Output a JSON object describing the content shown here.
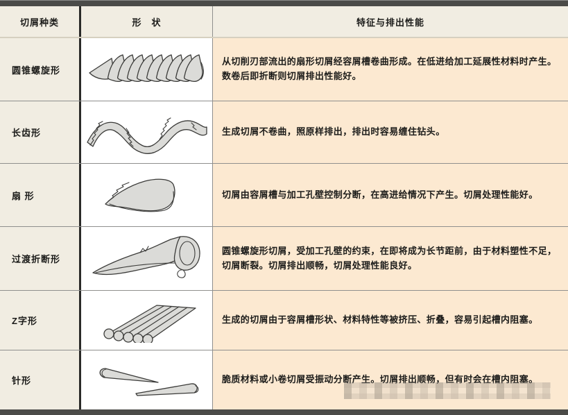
{
  "colors": {
    "accent_bar": "#4b4b48",
    "label_column_bg": "#f1ede2",
    "shape_column_bg": "#ffffff",
    "description_column_bg": "#fce9d1",
    "grid_line": "#8f8f8d",
    "heavy_divider": "#2a2a28"
  },
  "table": {
    "headers": {
      "chip_type": "切屑种类",
      "shape": "形　状",
      "characteristics": "特征与排出性能"
    },
    "rows": [
      {
        "type": "圆锥螺旋形",
        "shape_icon": "conical-spiral-chip",
        "desc": "从切削刃部流出的扇形切屑经容屑槽卷曲形成。在低进给加工延展性材料时产生。数卷后即折断则切屑排出性能好。"
      },
      {
        "type": "长齿形",
        "shape_icon": "long-tooth-chip",
        "desc": "生成切屑不卷曲，照原样排出，排出时容易缠住钻头。"
      },
      {
        "type": "扇 形",
        "shape_icon": "fan-chip",
        "desc": "切屑由容屑槽与加工孔壁控制分断，在高进给情况下产生。切屑处理性能好。"
      },
      {
        "type": "过渡折断形",
        "shape_icon": "transition-break-chip",
        "desc": "圆锥螺旋形切屑，受加工孔壁的约束，在即将成为长节距前，由于材料塑性不足，切屑断裂。切屑排出顺畅，切屑处理性能良好。"
      },
      {
        "type": "Z字形",
        "shape_icon": "z-fold-chip",
        "desc": "生成的切屑由于容屑槽形状、材料特性等被挤压、折叠，容易引起槽内阻塞。"
      },
      {
        "type": "针形",
        "shape_icon": "needle-chip",
        "desc": "脆质材料或小卷切屑受振动分断产生。切屑排出顺畅，但有时会在槽内阻塞。"
      }
    ]
  }
}
